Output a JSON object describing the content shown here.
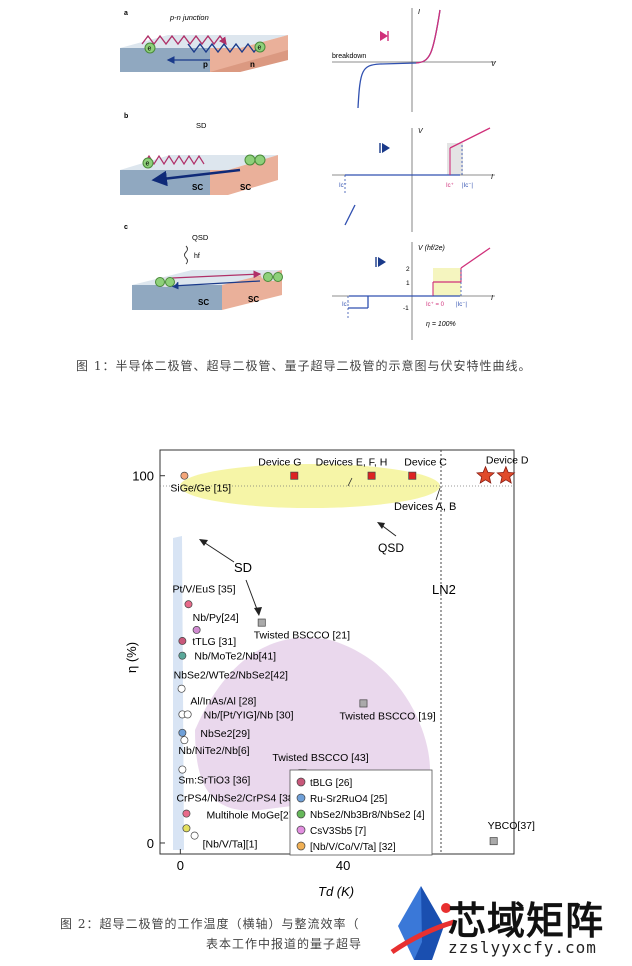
{
  "figure1": {
    "panels": [
      {
        "letter": "a",
        "title": "p-n junction",
        "left_label": "p",
        "right_label": "n",
        "breakdown": "breakdown",
        "axis_y": "I",
        "axis_x": "V"
      },
      {
        "letter": "b",
        "title": "SD",
        "left_label": "SC",
        "right_label": "SC",
        "axis_y": "V",
        "axis_x": "I",
        "ic_minus": "Ic⁻",
        "ic_plus": "Ic⁺",
        "ic_abs": "|Ic⁻|"
      },
      {
        "letter": "c",
        "title": "QSD",
        "hf": "hf",
        "left_label": "SC",
        "right_label": "SC",
        "axis_y": "V (hf/2e)",
        "axis_x": "I",
        "tick_2": "2",
        "tick_1": "1",
        "tick_m1": "-1",
        "ic_minus": "Ic⁻",
        "ic_zero": "Ic⁺ = 0",
        "ic_abs": "|Ic⁻|",
        "eta": "η = 100%"
      }
    ],
    "caption": "图 1：半导体二极管、超导二极管、量子超导二极管的示意图与伏安特性曲线。"
  },
  "figure2": {
    "caption_line1": "图 2：超导二极管的工作温度（横轴）与整流效率（",
    "caption_line2": "表本工作中报道的量子超导",
    "watermark_name": "芯域矩阵",
    "watermark_url": "zzslyyxcfy.com"
  },
  "chart_data": {
    "type": "scatter",
    "xlabel": "Td (K)",
    "ylabel": "η (%)",
    "xlim": [
      -5,
      82
    ],
    "ylim": [
      -3,
      107
    ],
    "xticks": [
      0,
      40
    ],
    "yticks": [
      0,
      100
    ],
    "grid": false,
    "legend_position": "bottom-right",
    "legend": [
      {
        "name": "tBLG [26]",
        "color": "#c8587a"
      },
      {
        "name": "Ru-Sr2RuO4 [25]",
        "color": "#6fa0d8"
      },
      {
        "name": "NbSe2/Nb3Br8/NbSe2 [4]",
        "color": "#66b85a"
      },
      {
        "name": "CsV3Sb5 [7]",
        "color": "#e28fe0"
      },
      {
        "name": "[Nb/V/Co/V/Ta] [32]",
        "color": "#f0b055"
      }
    ],
    "annotations": {
      "ln2": "LN2",
      "sd": "SD",
      "qsd": "QSD",
      "devices_a_b": "Devices A, B"
    },
    "series": [
      {
        "name": "SiGe/Ge [15]",
        "kind": "circle",
        "fill": "#f4a67a",
        "points": [
          [
            1,
            100
          ]
        ]
      },
      {
        "name": "Pt/V/EuS [35]",
        "kind": "circle",
        "fill": "#e86a8a",
        "points": [
          [
            2,
            65
          ]
        ]
      },
      {
        "name": "Nb/Py[24]",
        "kind": "circle",
        "fill": "#d08ad0",
        "points": [
          [
            4,
            58
          ]
        ]
      },
      {
        "name": "tTLG [31]",
        "kind": "circle",
        "fill": "#c8587a",
        "points": [
          [
            0.5,
            55
          ]
        ]
      },
      {
        "name": "Nb/MoTe2/Nb[41]",
        "kind": "circle",
        "fill": "#5aa89a",
        "points": [
          [
            0.5,
            51
          ]
        ]
      },
      {
        "name": "NbSe2/WTe2/NbSe2[42]",
        "kind": "circle",
        "fill": "#ffffff",
        "points": [
          [
            0.3,
            42
          ]
        ]
      },
      {
        "name": "Al/InAs/Al [28]",
        "kind": "circle",
        "fill": "#ffffff",
        "points": [
          [
            0.5,
            35
          ]
        ]
      },
      {
        "name": "Nb/[Pt/YIG]/Nb [30]",
        "kind": "circle",
        "fill": "#ffffff",
        "points": [
          [
            1.8,
            35
          ]
        ]
      },
      {
        "name": "NbSe2[29]",
        "kind": "circle",
        "fill": "#6fa0d8",
        "points": [
          [
            0.5,
            30
          ]
        ]
      },
      {
        "name": "Nb/NiTe2/Nb[6]",
        "kind": "circle",
        "fill": "#ffffff",
        "points": [
          [
            1,
            28
          ]
        ]
      },
      {
        "name": "Sm:SrTiO3 [36]",
        "kind": "circle",
        "fill": "#ffffff",
        "points": [
          [
            0.5,
            20
          ]
        ]
      },
      {
        "name": "CrPS4/NbSe2/CrPS4 [38]",
        "kind": "circle",
        "fill": "#e86a8a",
        "points": [
          [
            1.5,
            8
          ]
        ]
      },
      {
        "name": "Multihole MoGe[27]",
        "kind": "circle",
        "fill": "#e4e060",
        "points": [
          [
            1.5,
            4
          ]
        ]
      },
      {
        "name": "[Nb/V/Ta][1]",
        "kind": "circle",
        "fill": "#ffffff",
        "points": [
          [
            3.5,
            2
          ]
        ]
      },
      {
        "name": "Twisted BSCCO [21]",
        "kind": "square",
        "fill": "#aaaaaa",
        "points": [
          [
            20,
            60
          ]
        ]
      },
      {
        "name": "Twisted BSCCO [19]",
        "kind": "square",
        "fill": "#aaaaaa",
        "points": [
          [
            45,
            38
          ]
        ]
      },
      {
        "name": "Twisted BSCCO [43]",
        "kind": "square",
        "fill": "#aaaaaa",
        "points": [
          [
            30,
            19
          ]
        ]
      },
      {
        "name": "YBCO[37]",
        "kind": "square",
        "fill": "#aaaaaa",
        "points": [
          [
            77,
            0.5
          ]
        ]
      },
      {
        "name": "Device G",
        "kind": "square",
        "fill": "#dd2222",
        "points": [
          [
            28,
            100
          ]
        ]
      },
      {
        "name": "Devices E, F, H",
        "kind": "square",
        "fill": "#dd2222",
        "points": [
          [
            47,
            100
          ]
        ]
      },
      {
        "name": "Device C",
        "kind": "square",
        "fill": "#dd2222",
        "points": [
          [
            57,
            100
          ]
        ]
      },
      {
        "name": "Device D",
        "kind": "star",
        "fill": "#e04a2a",
        "points": [
          [
            80,
            100
          ]
        ]
      }
    ],
    "devices_a_b_point": [
      75,
      100
    ],
    "ln2_x": 77
  }
}
